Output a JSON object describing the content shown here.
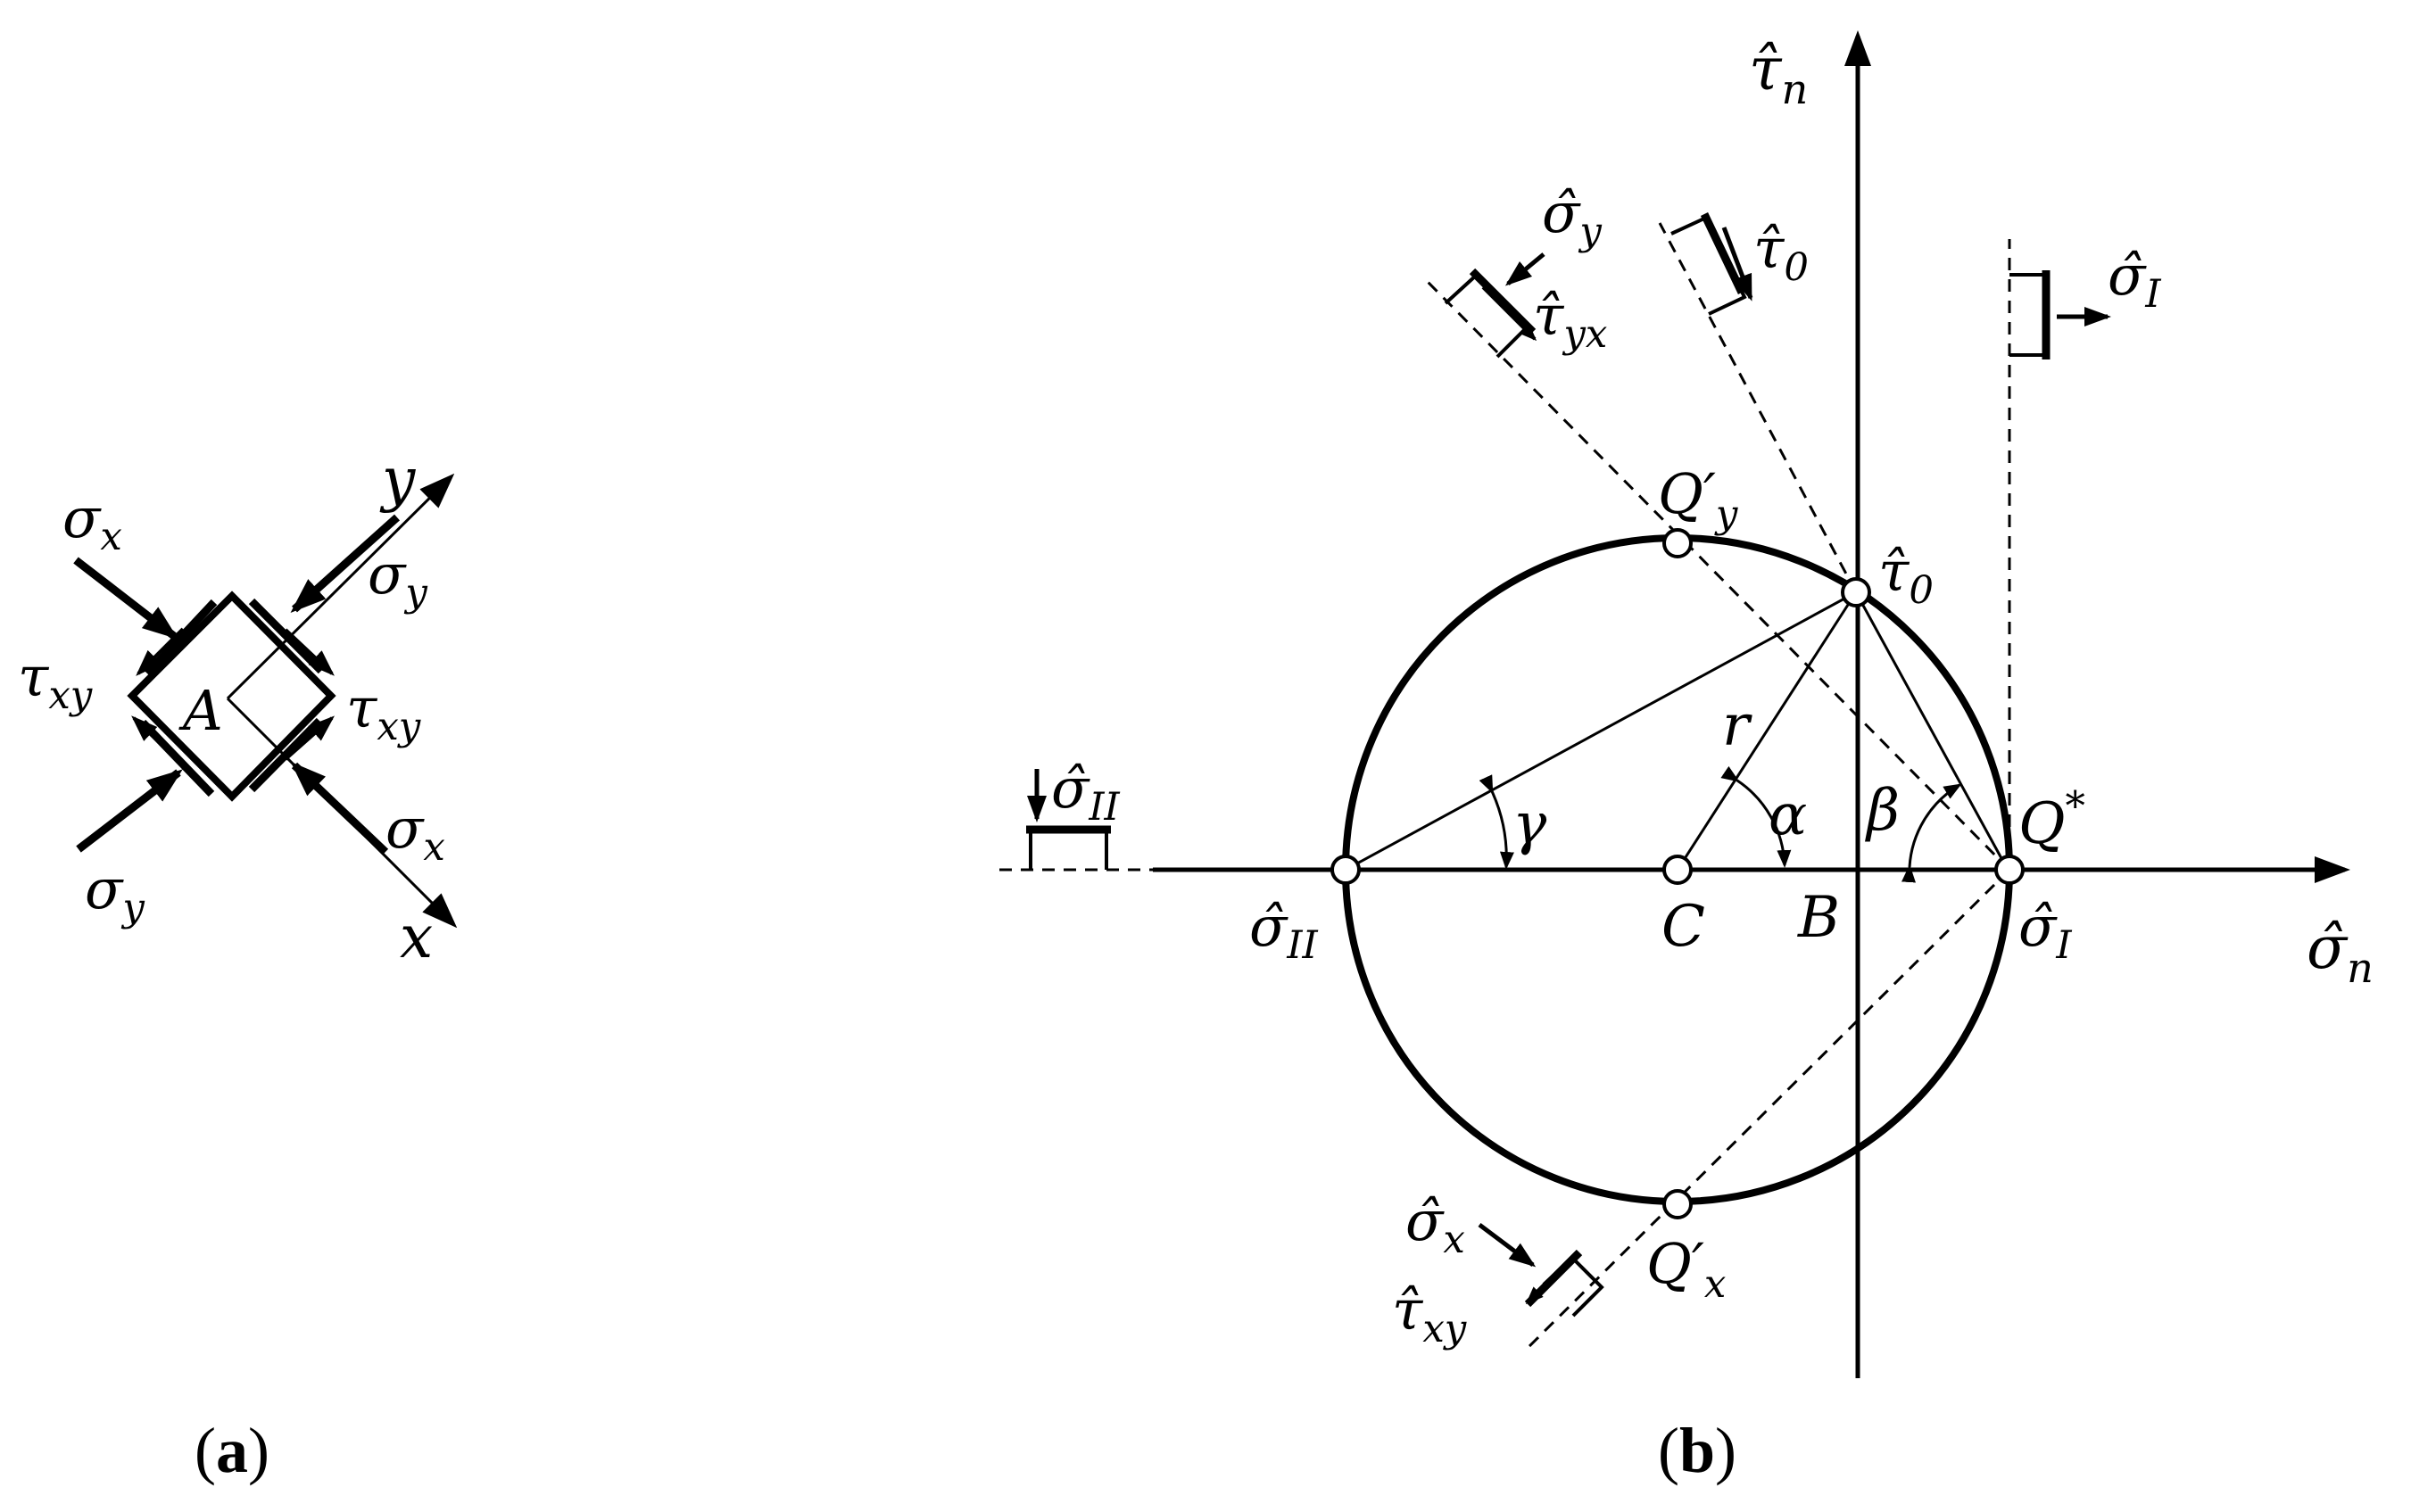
{
  "panel_a": {
    "caption_open": "(",
    "caption_letter": "a",
    "caption_close": ")",
    "labels": {
      "sigma_x_top": {
        "base": "σ",
        "sub": "x"
      },
      "sigma_y_right": {
        "base": "σ",
        "sub": "y"
      },
      "tau_xy_left": {
        "base": "τ",
        "sub": "xy"
      },
      "tau_xy_right": {
        "base": "τ",
        "sub": "xy"
      },
      "sigma_y_bottom": {
        "base": "σ",
        "sub": "y"
      },
      "sigma_x_bottom": {
        "base": "σ",
        "sub": "x"
      },
      "point_A": "A",
      "axis_y": "y",
      "axis_x": "x"
    }
  },
  "panel_b": {
    "caption_open": "(",
    "caption_letter": "b",
    "caption_close": ")",
    "labels": {
      "tau_n_axis": {
        "base": "τ̂",
        "sub": "n"
      },
      "sigma_n_axis": {
        "base": "σ̂",
        "sub": "n"
      },
      "sigma_y_hat": {
        "base": "σ̂",
        "sub": "y"
      },
      "tau_yx_hat": {
        "base": "τ̂",
        "sub": "yx"
      },
      "tau_0_hat_top": {
        "base": "τ̂",
        "sub": "0"
      },
      "sigma_I_hat_top": {
        "base": "σ̂",
        "sub": "I"
      },
      "Q_y_prime": {
        "base": "Q′",
        "sub": "y"
      },
      "tau_0_hat_circle": {
        "base": "τ̂",
        "sub": "0"
      },
      "r": "r",
      "alpha": "α",
      "beta": "β",
      "gamma": "γ",
      "Q_star": {
        "base": "Q",
        "sup": "*"
      },
      "sigma_II_hat_left": {
        "base": "σ̂",
        "sub": "II"
      },
      "sigma_II_hat_axis": {
        "base": "σ̂",
        "sub": "II"
      },
      "C": "C",
      "B": "B",
      "sigma_I_hat_axis": {
        "base": "σ̂",
        "sub": "I"
      },
      "sigma_x_hat": {
        "base": "σ̂",
        "sub": "x"
      },
      "tau_xy_hat": {
        "base": "τ̂",
        "sub": "xy"
      },
      "Q_x_prime": {
        "base": "Q′",
        "sub": "x"
      }
    }
  }
}
